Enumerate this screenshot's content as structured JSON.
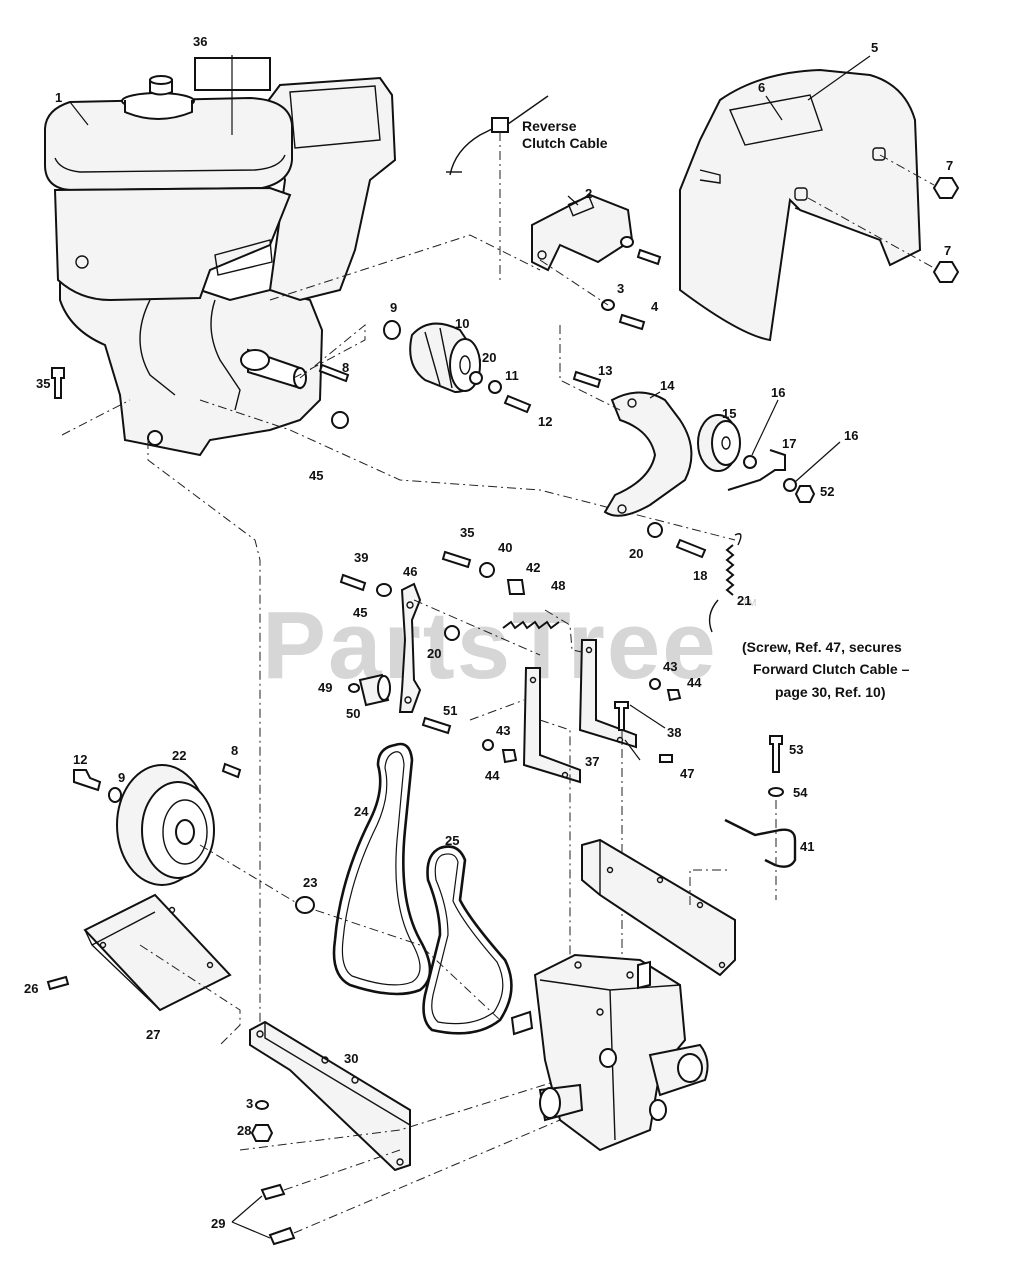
{
  "watermark": {
    "text": "PartsTree",
    "tm": "TM"
  },
  "notes": {
    "reverse_cable_line1": "Reverse",
    "reverse_cable_line2": "Clutch Cable",
    "screw_note_line1": "(Screw, Ref. 47, secures",
    "screw_note_line2": "Forward Clutch Cable –",
    "screw_note_line3": "page 30, Ref. 10)"
  },
  "callouts": {
    "c36": "36",
    "c1": "1",
    "c5": "5",
    "c6": "6",
    "c7a": "7",
    "c7b": "7",
    "c2": "2",
    "c3a": "3",
    "c4": "4",
    "c9a": "9",
    "c10": "10",
    "c8a": "8",
    "c20a": "20",
    "c11": "11",
    "c12a": "12",
    "c35a": "35",
    "c45a": "45",
    "c13": "13",
    "c14": "14",
    "c15": "15",
    "c16a": "16",
    "c17": "17",
    "c16b": "16",
    "c52": "52",
    "c20b": "20",
    "c18": "18",
    "c21": "21",
    "c35b": "35",
    "c40": "40",
    "c42": "42",
    "c48": "48",
    "c39": "39",
    "c46": "46",
    "c45b": "45",
    "c20c": "20",
    "c43a": "43",
    "c44a": "44",
    "c49": "49",
    "c50": "50",
    "c51": "51",
    "c43b": "43",
    "c38": "38",
    "c44b": "44",
    "c37": "37",
    "c47": "47",
    "c53": "53",
    "c54": "54",
    "c41": "41",
    "c12b": "12",
    "c9b": "9",
    "c22": "22",
    "c8b": "8",
    "c24": "24",
    "c25": "25",
    "c23": "23",
    "c26": "26",
    "c27": "27",
    "c30": "30",
    "c3b": "3",
    "c28": "28",
    "c29": "29"
  }
}
